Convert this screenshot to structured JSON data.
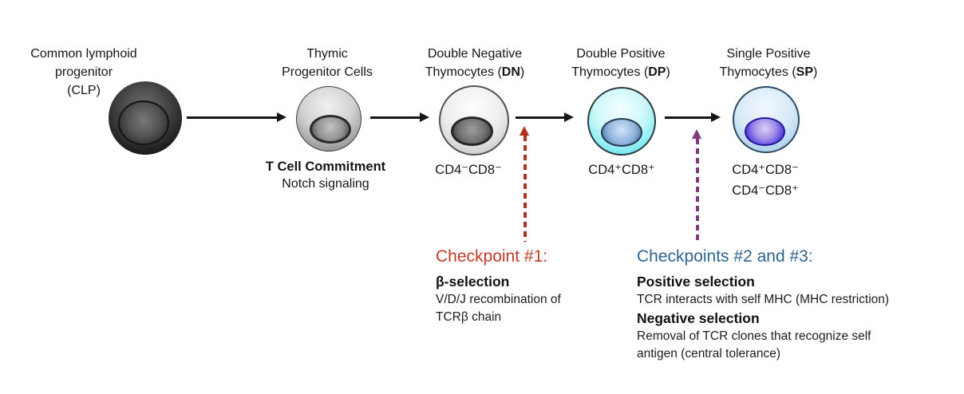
{
  "stages": [
    {
      "id": "clp",
      "label_lines": [
        "Common lymphoid",
        "progenitor",
        "(CLP)"
      ]
    },
    {
      "id": "thymic-progenitor",
      "label_lines": [
        "Thymic",
        "Progenitor Cells"
      ],
      "caption_bold": "T Cell Commitment",
      "caption": "Notch signaling"
    },
    {
      "id": "dn",
      "label_line1": "Double Negative",
      "label_prefix": "Thymocytes (",
      "abbr": "DN",
      "label_suffix": ")",
      "markers": [
        "CD4⁻CD8⁻"
      ]
    },
    {
      "id": "dp",
      "label_line1": "Double Positive",
      "label_prefix": "Thymocytes (",
      "abbr": "DP",
      "label_suffix": ")",
      "markers": [
        "CD4⁺CD8⁺"
      ]
    },
    {
      "id": "sp",
      "label_line1": "Single Positive",
      "label_prefix": "Thymocytes (",
      "abbr": "SP",
      "label_suffix": ")",
      "markers": [
        "CD4⁺CD8⁻",
        "CD4⁻CD8⁺"
      ]
    }
  ],
  "checkpoint1": {
    "title": "Checkpoint #1:",
    "title_color": "#c13a28",
    "arrow_color": "#b2301f",
    "heading": "β-selection",
    "body_lines": [
      "V/D/J recombination of",
      "TCRβ chain"
    ]
  },
  "checkpoints23": {
    "title": "Checkpoints #2 and #3:",
    "title_color": "#2e6490",
    "arrow_color": "#7d3c78",
    "sections": [
      {
        "heading": "Positive selection",
        "body_lines": [
          "TCR interacts with self MHC (MHC restriction)"
        ]
      },
      {
        "heading": "Negative selection",
        "body_lines": [
          "Removal of TCR clones that recognize self",
          "antigen (central tolerance)"
        ]
      }
    ]
  },
  "colors": {
    "clp_cell": "#2b2b2b",
    "thymic_cell": "#c9c9c9",
    "dn_cell": "#e8e8e8",
    "dp_cell": "#8feef5",
    "dp_nucleus": "#456f9e",
    "sp_cell": "#c6def2",
    "sp_nucleus": "#4c37d7",
    "flow_arrow": "#161616",
    "background": "#ffffff"
  }
}
